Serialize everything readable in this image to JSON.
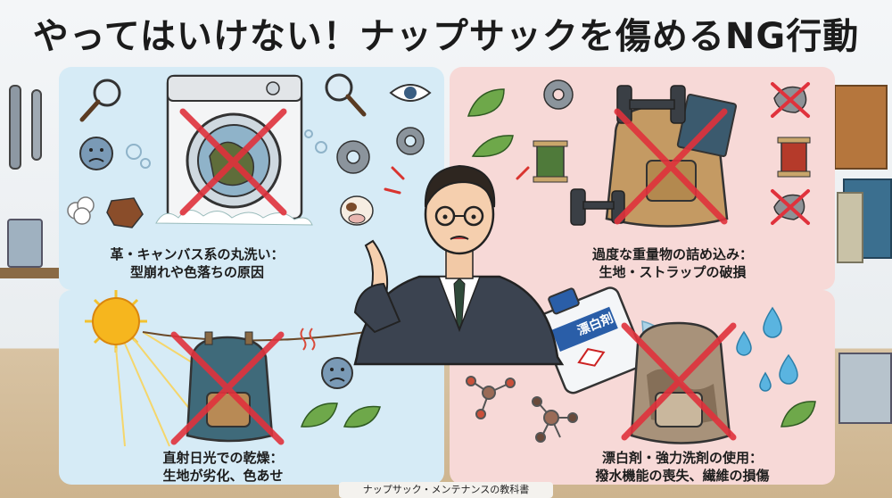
{
  "title": "やってはいけない！ナップサックを傷めるNG行動",
  "panels": {
    "top_left": {
      "line1": "革・キャンバス系の丸洗い：",
      "line2": "型崩れや色落ちの原因"
    },
    "top_right": {
      "line1": "過度な重量物の詰め込み：",
      "line2": "生地・ストラップの破損"
    },
    "bottom_left": {
      "line1": "直射日光での乾燥：",
      "line2": "生地が劣化、色あせ"
    },
    "bottom_right": {
      "line1": "漂白剤・強力洗剤の使用：",
      "line2": "撥水機能の喪失、繊維の損傷"
    }
  },
  "bleach_label": "漂白剤",
  "footer": "ナップサック・メンテナンスの教科書",
  "colors": {
    "x_mark": "#e0323c",
    "panel_blue": "#d6ebf6",
    "panel_red": "#f7d9d7"
  }
}
